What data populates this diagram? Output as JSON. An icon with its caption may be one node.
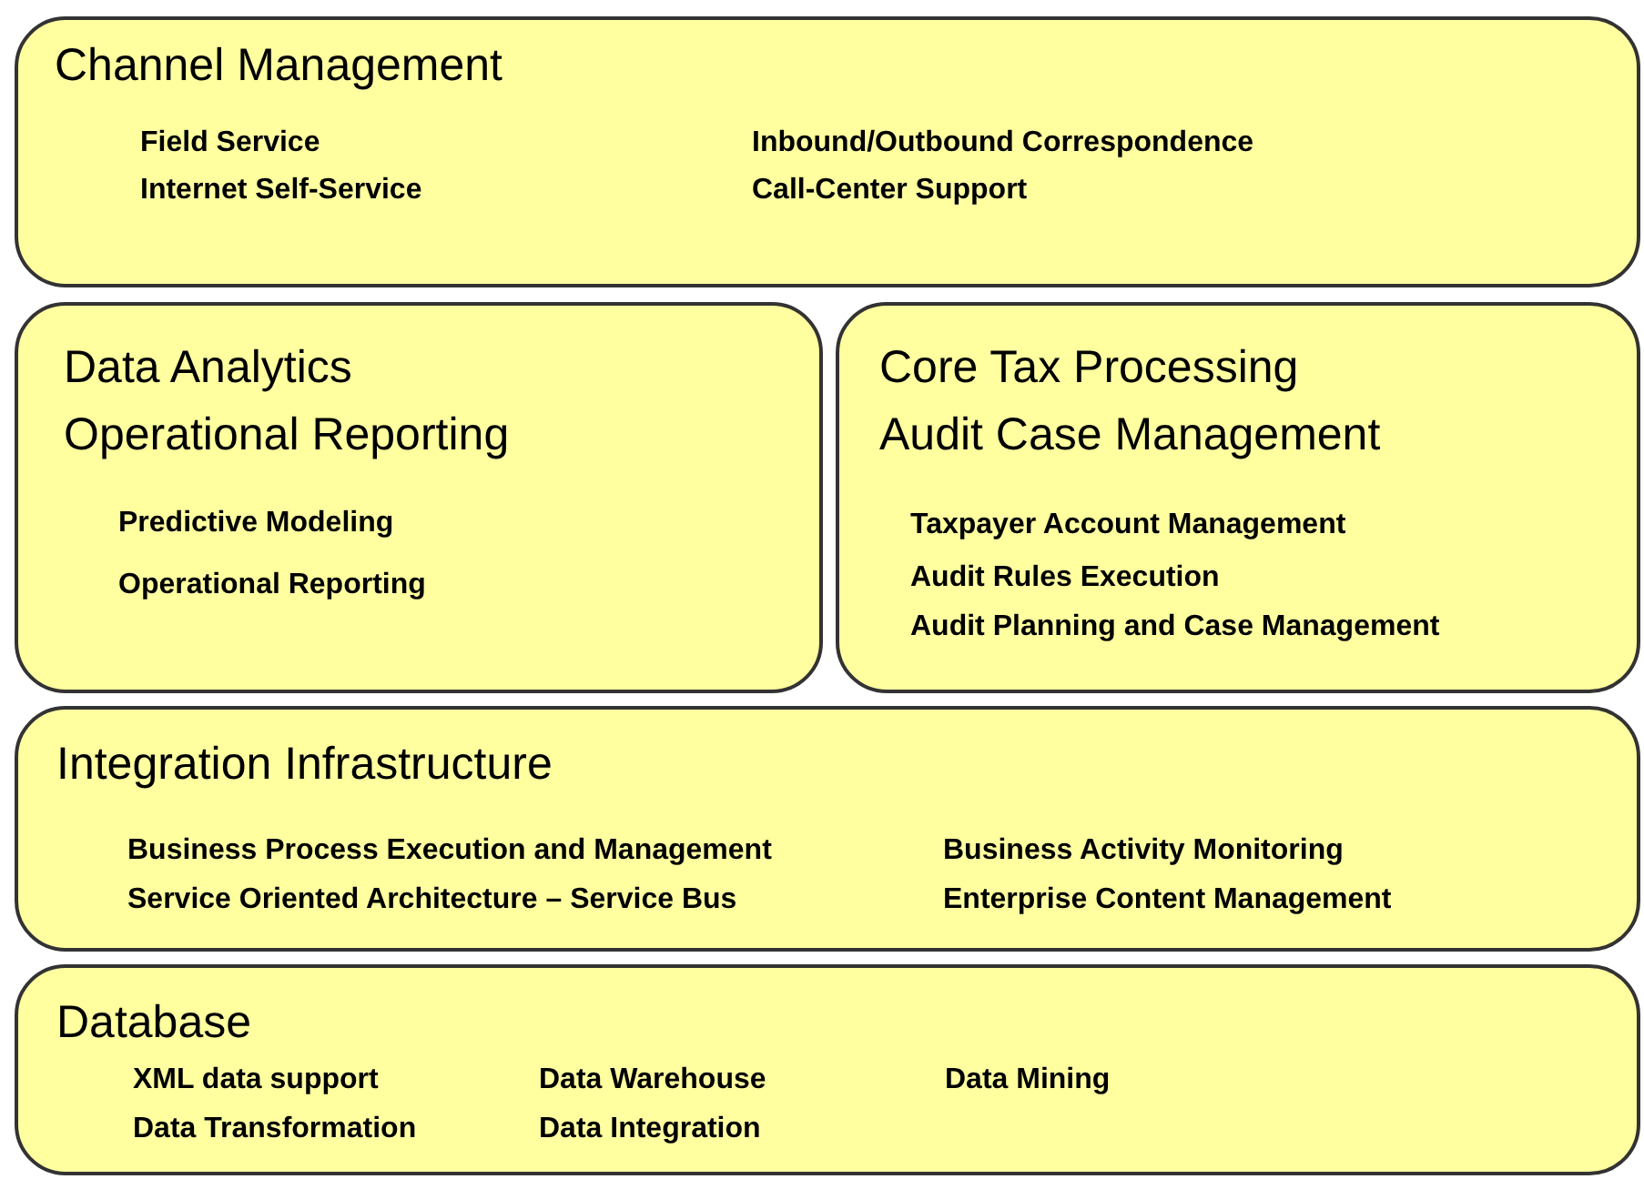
{
  "diagram": {
    "nodes": [
      {
        "text": [
          "Channel Management",
          "Field Service",
          "Internet Self-Service",
          "Inbound/Outbound Correspondence",
          "Call-Center Support"
        ]
      },
      {
        "text": [
          "Data Analytics",
          "Operational Reporting",
          "Predictive Modeling",
          "Operational Reporting"
        ]
      },
      {
        "text": [
          "Core Tax Processing",
          "Audit Case Management",
          "Taxpayer Account Management",
          "Audit Rules Execution",
          "Audit Planning and Case Management"
        ]
      },
      {
        "text": [
          "Integration Infrastructure",
          "Business Process Execution and Management",
          "Service Oriented Architecture – Service Bus",
          "Business Activity Monitoring",
          "Enterprise Content Management"
        ]
      },
      {
        "text": [
          "Database",
          "XML data support",
          "Data Transformation",
          "Data Warehouse",
          "Data Integration",
          "Data Mining"
        ]
      }
    ]
  }
}
